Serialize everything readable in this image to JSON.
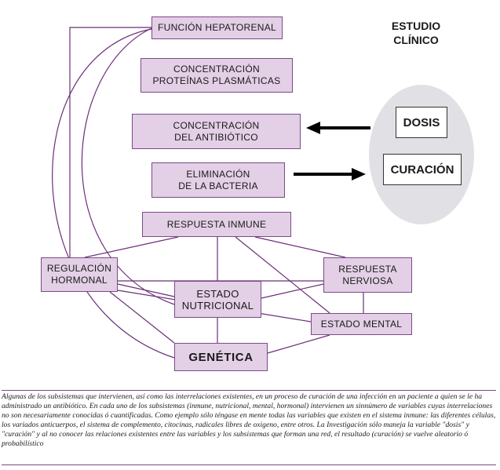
{
  "title": "ESTUDIO\nCLÍNICO",
  "nodes": {
    "funcion_hepatorenal": "FUNCIÓN HEPATORENAL",
    "concentracion_proteinas": "CONCENTRACIÓN\nPROTEÍNAS  PLASMÁTICAS",
    "concentracion_antibiotico": "CONCENTRACIÓN\nDEL ANTIBIÓTICO",
    "eliminacion_bacteria": "ELIMINACIÓN\nDE LA BACTERIA",
    "respuesta_inmune": "RESPUESTA  INMUNE",
    "regulacion_hormonal": "REGULACIÓN\nHORMONAL",
    "respuesta_nerviosa": "RESPUESTA\nNERVIOSA",
    "estado_nutricional": "ESTADO\nNUTRICIONAL",
    "estado_mental": "ESTADO MENTAL",
    "genetica": "GENÉTICA"
  },
  "study": {
    "dosis": "DOSIS",
    "curacion": "CURACIÓN"
  },
  "caption": "Algunas de los subsistemas que intervienen, así como las interrelaciones existentes, en un proceso  de curación de una infección en un paciente a quien se le ha administrado un antibiótico. En cada uno de los subsistemas (inmune, nutricional, mental, hormonal)  intervienen un sinnúmero de variables cuyas interrelaciones no son  necesariamente conocidas ó cuantificadas. Como ejemplo sólo  téngase en mente todas las variables que existen en el sistema inmune: las diferentes células, los variados anticuerpos, el sistema de complemento, citocinas,  radicales libres de oxigeno, entre otros. La Investigación sólo maneja la variable \"dosis\" y \"curación\" y al no conocer las relaciones existentes entre las variables y los subsistemas que forman una red,  el resultado (curación) se vuelve aleatorio ó probabilístico",
  "colors": {
    "box_fill": "#e3cfe6",
    "box_border": "#7a4a86",
    "ellipse_fill": "#e1e1e5",
    "connector": "#6b2f78",
    "arrow": "#000000"
  }
}
